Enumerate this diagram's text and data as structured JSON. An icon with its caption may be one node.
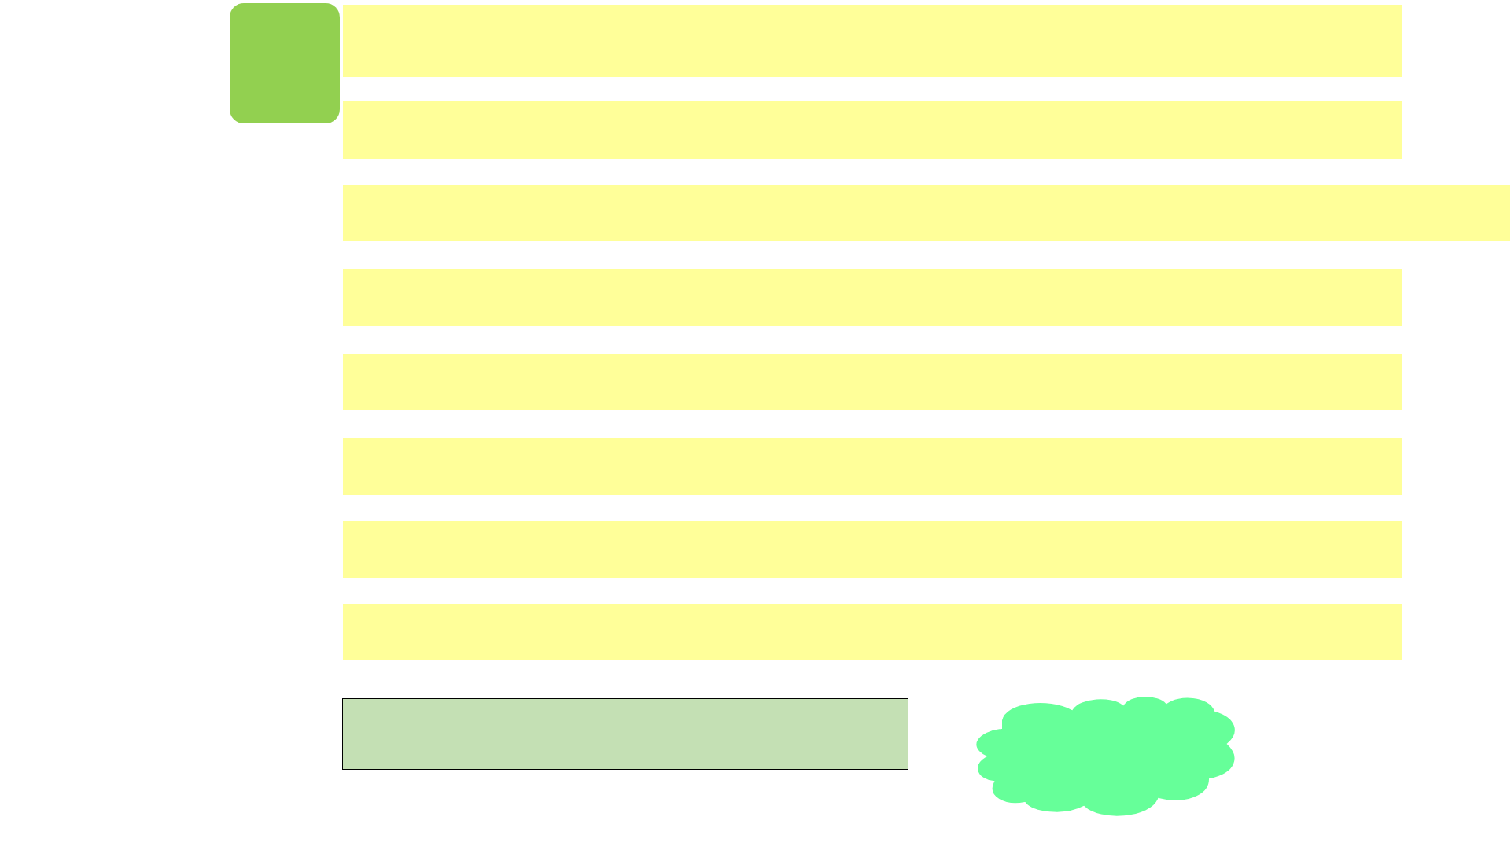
{
  "diagram": {
    "nodes": [
      {
        "text": [],
        "shape": "box"
      },
      {
        "text": [],
        "shape": "bar"
      },
      {
        "text": [],
        "shape": "bar"
      },
      {
        "text": [],
        "shape": "bar"
      },
      {
        "text": [],
        "shape": "bar"
      },
      {
        "text": [],
        "shape": "bar"
      },
      {
        "text": [],
        "shape": "bar"
      },
      {
        "text": [],
        "shape": "bar"
      },
      {
        "text": [],
        "shape": "bar"
      },
      {
        "text": [],
        "shape": "box"
      },
      {
        "text": [],
        "shape": "cloud"
      }
    ]
  }
}
